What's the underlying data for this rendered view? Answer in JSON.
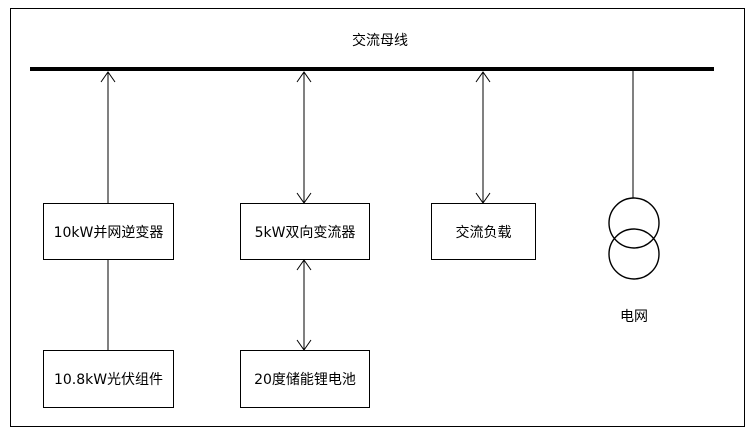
{
  "bus": {
    "label": "交流母线"
  },
  "nodes": {
    "inverter": "10kW并网逆变器",
    "pv": "10.8kW光伏组件",
    "converter": "5kW双向变流器",
    "battery": "20度储能锂电池",
    "load": "交流负载",
    "grid": "电网"
  },
  "grid_icon": "transformer-icon"
}
